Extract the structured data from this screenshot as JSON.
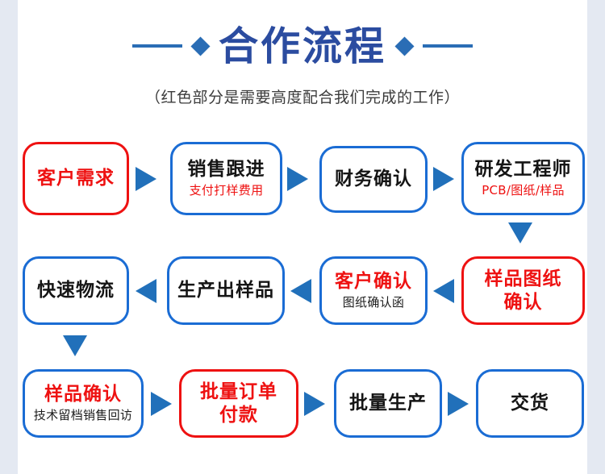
{
  "page": {
    "background_color": "#ffffff",
    "gutter_color": "#e4e9f2"
  },
  "header": {
    "title": "合作流程",
    "subtitle": "（红色部分是需要高度配合我们完成的工作）",
    "title_color": "#2b4ca0",
    "decoration_color": "#2a6db5",
    "left_rule": "",
    "right_rule": "",
    "left_diamond": "",
    "right_diamond": ""
  },
  "colors": {
    "red": "#ee1111",
    "blue_border": "#1a6cd4",
    "arrow_blue": "#2170ba",
    "text_black": "#151515"
  },
  "flow": {
    "rows": [
      {
        "name": "row-1",
        "boxes": [
          {
            "id": "customer-requirement",
            "main": "客户需求",
            "sub": "",
            "border": "red",
            "main_color": "red",
            "sub_color": "red"
          },
          {
            "id": "sales-follow-up",
            "main": "销售跟进",
            "sub": "支付打样费用",
            "border": "blue",
            "main_color": "black",
            "sub_color": "red"
          },
          {
            "id": "finance-confirm",
            "main": "财务确认",
            "sub": "",
            "border": "blue",
            "main_color": "black",
            "sub_color": "red"
          },
          {
            "id": "rd-engineer",
            "main": "研发工程师",
            "sub": "PCB/图纸/样品",
            "border": "blue",
            "main_color": "black",
            "sub_color": "red"
          }
        ]
      },
      {
        "name": "row-2",
        "boxes": [
          {
            "id": "fast-logistics",
            "main": "快速物流",
            "sub": "",
            "border": "blue",
            "main_color": "black",
            "sub_color": "red"
          },
          {
            "id": "produce-sample",
            "main": "生产出样品",
            "sub": "",
            "border": "blue",
            "main_color": "black",
            "sub_color": "red"
          },
          {
            "id": "customer-confirm",
            "main": "客户确认",
            "sub": "图纸确认函",
            "border": "blue",
            "main_color": "red",
            "sub_color": "black"
          },
          {
            "id": "sample-drawing-confirm",
            "main": "样品图纸\n确认",
            "sub": "",
            "border": "red",
            "main_color": "red",
            "sub_color": "red"
          }
        ]
      },
      {
        "name": "row-3",
        "boxes": [
          {
            "id": "sample-approval",
            "main": "样品确认",
            "sub": "技术留档销售回访",
            "border": "blue",
            "main_color": "red",
            "sub_color": "black"
          },
          {
            "id": "bulk-order-payment",
            "main": "批量订单\n付款",
            "sub": "",
            "border": "red",
            "main_color": "red",
            "sub_color": "red"
          },
          {
            "id": "mass-production",
            "main": "批量生产",
            "sub": "",
            "border": "blue",
            "main_color": "black",
            "sub_color": "red"
          },
          {
            "id": "delivery",
            "main": "交货",
            "sub": "",
            "border": "blue",
            "main_color": "black",
            "sub_color": "red"
          }
        ]
      }
    ],
    "connectors": [
      {
        "id": "arrow-r1-1-2",
        "direction": "right"
      },
      {
        "id": "arrow-r1-2-3",
        "direction": "right"
      },
      {
        "id": "arrow-r1-3-4",
        "direction": "right"
      },
      {
        "id": "arrow-r1-4-down-r2-4",
        "direction": "down"
      },
      {
        "id": "arrow-r2-4-3",
        "direction": "left"
      },
      {
        "id": "arrow-r2-3-2",
        "direction": "left"
      },
      {
        "id": "arrow-r2-2-1",
        "direction": "left"
      },
      {
        "id": "arrow-r2-1-down-r3-1",
        "direction": "down"
      },
      {
        "id": "arrow-r3-1-2",
        "direction": "right"
      },
      {
        "id": "arrow-r3-2-3",
        "direction": "right"
      },
      {
        "id": "arrow-r3-3-4",
        "direction": "right"
      }
    ]
  }
}
